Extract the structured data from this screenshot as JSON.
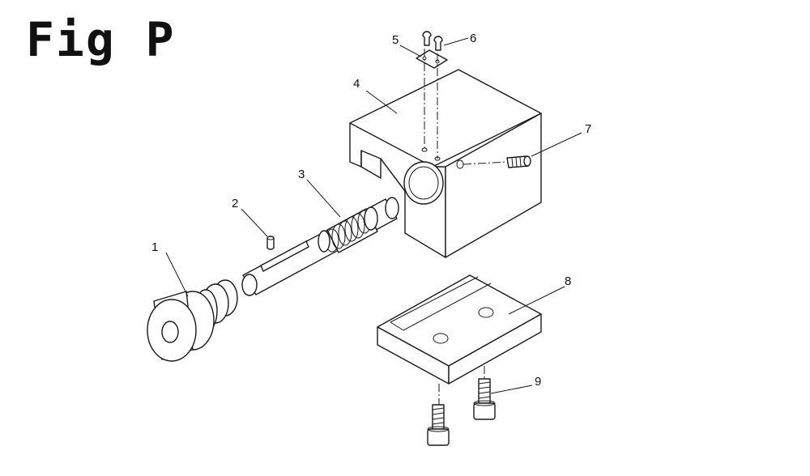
{
  "figure": {
    "title": "Fig P"
  },
  "callouts": [
    {
      "id": "1",
      "text": "1"
    },
    {
      "id": "2",
      "text": "2"
    },
    {
      "id": "3",
      "text": "3"
    },
    {
      "id": "4",
      "text": "4"
    },
    {
      "id": "5",
      "text": "5"
    },
    {
      "id": "6",
      "text": "6"
    },
    {
      "id": "7",
      "text": "7"
    },
    {
      "id": "8",
      "text": "8"
    },
    {
      "id": "9",
      "text": "9"
    }
  ]
}
